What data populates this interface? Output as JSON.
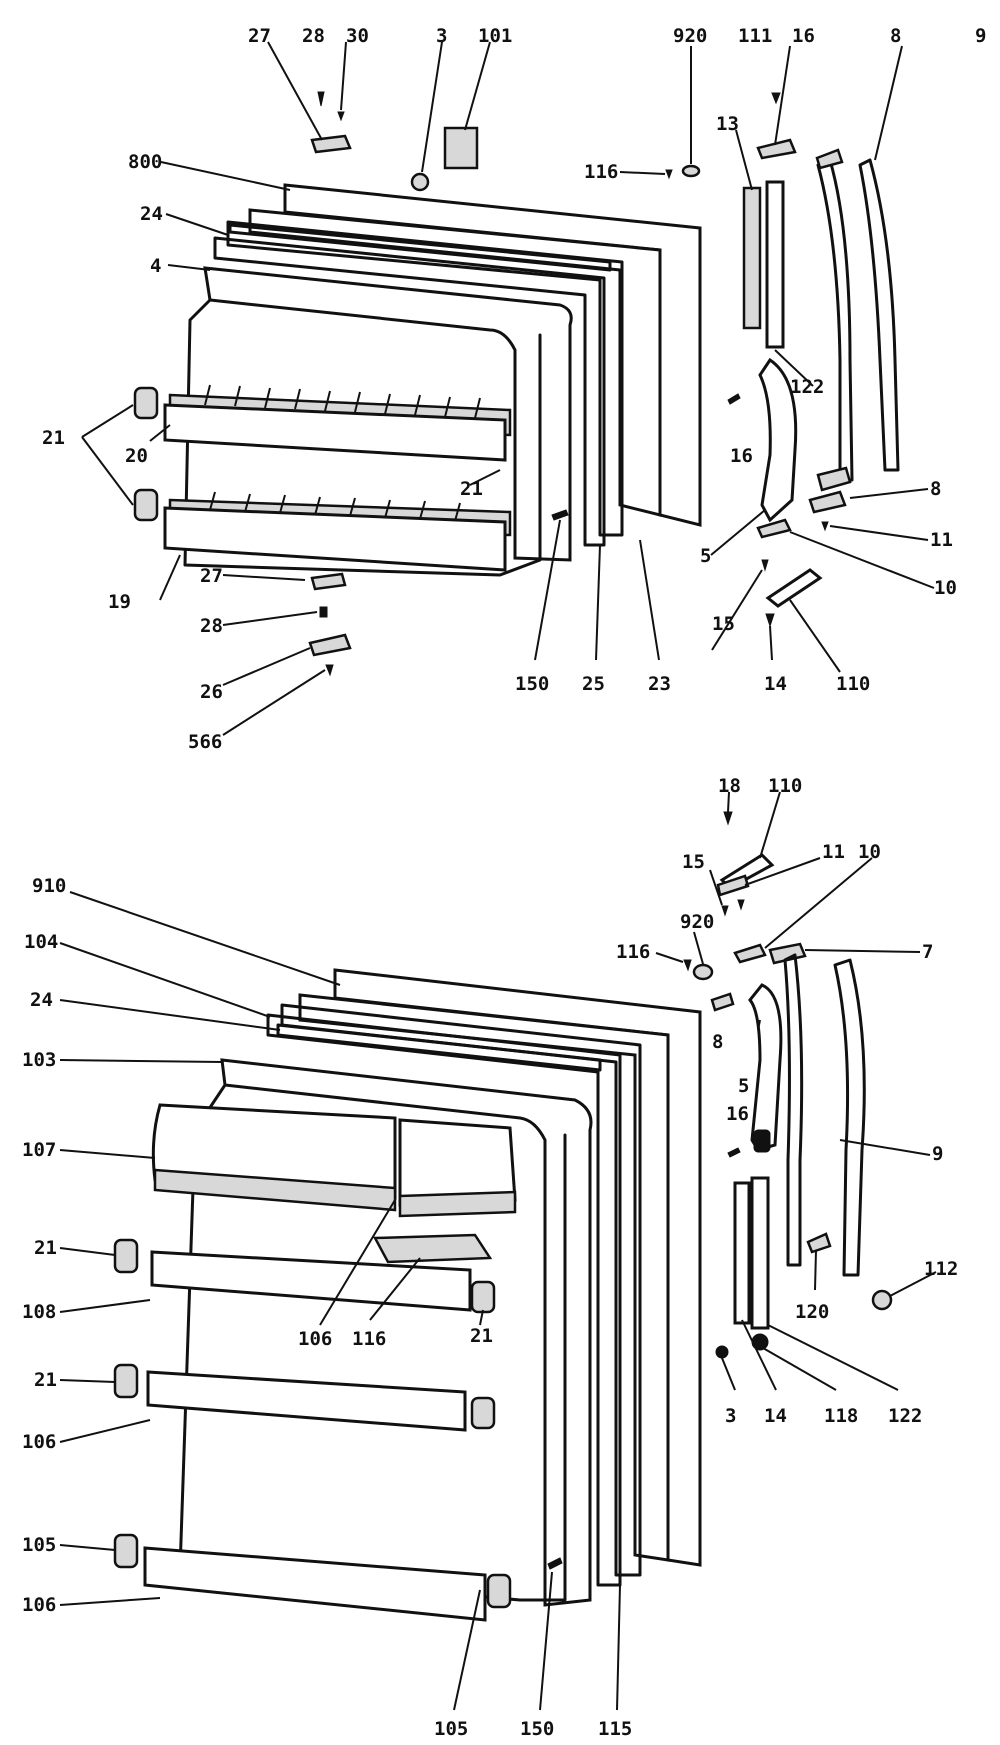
{
  "colors": {
    "ink": "#111111",
    "paper": "#ffffff"
  },
  "top_assembly": {
    "callouts": {
      "c27": "27",
      "c28": "28",
      "c30": "30",
      "c3": "3",
      "c101": "101",
      "c920": "920",
      "c111": "111",
      "c16": "16",
      "c8": "8",
      "c9": "9",
      "c800": "800",
      "c116": "116",
      "c13": "13",
      "c24": "24",
      "c4": "4",
      "c122": "122",
      "c21a": "21",
      "c20": "20",
      "c16b": "16",
      "c21b": "21",
      "c8b": "8",
      "c11": "11",
      "c5": "5",
      "c10": "10",
      "c19": "19",
      "c27b": "27",
      "c28b": "28",
      "c15": "15",
      "c26": "26",
      "c566": "566",
      "c150": "150",
      "c25": "25",
      "c23": "23",
      "c14": "14",
      "c110": "110"
    }
  },
  "bottom_assembly": {
    "callouts": {
      "c18": "18",
      "c110": "110",
      "c15": "15",
      "c11": "11",
      "c10": "10",
      "c910": "910",
      "c920": "920",
      "c116": "116",
      "c7": "7",
      "c104": "104",
      "c24": "24",
      "c8": "8",
      "c103": "103",
      "c5": "5",
      "c16": "16",
      "c107": "107",
      "c9": "9",
      "c21a": "21",
      "c112": "112",
      "c108": "108",
      "c120": "120",
      "c106a": "106",
      "c116b": "116",
      "c21b": "21",
      "c21c": "21",
      "c106b": "106",
      "c3": "3",
      "c14": "14",
      "c118": "118",
      "c122": "122",
      "c105a": "105",
      "c106c": "106",
      "c105b": "105",
      "c150": "150",
      "c115": "115"
    }
  }
}
